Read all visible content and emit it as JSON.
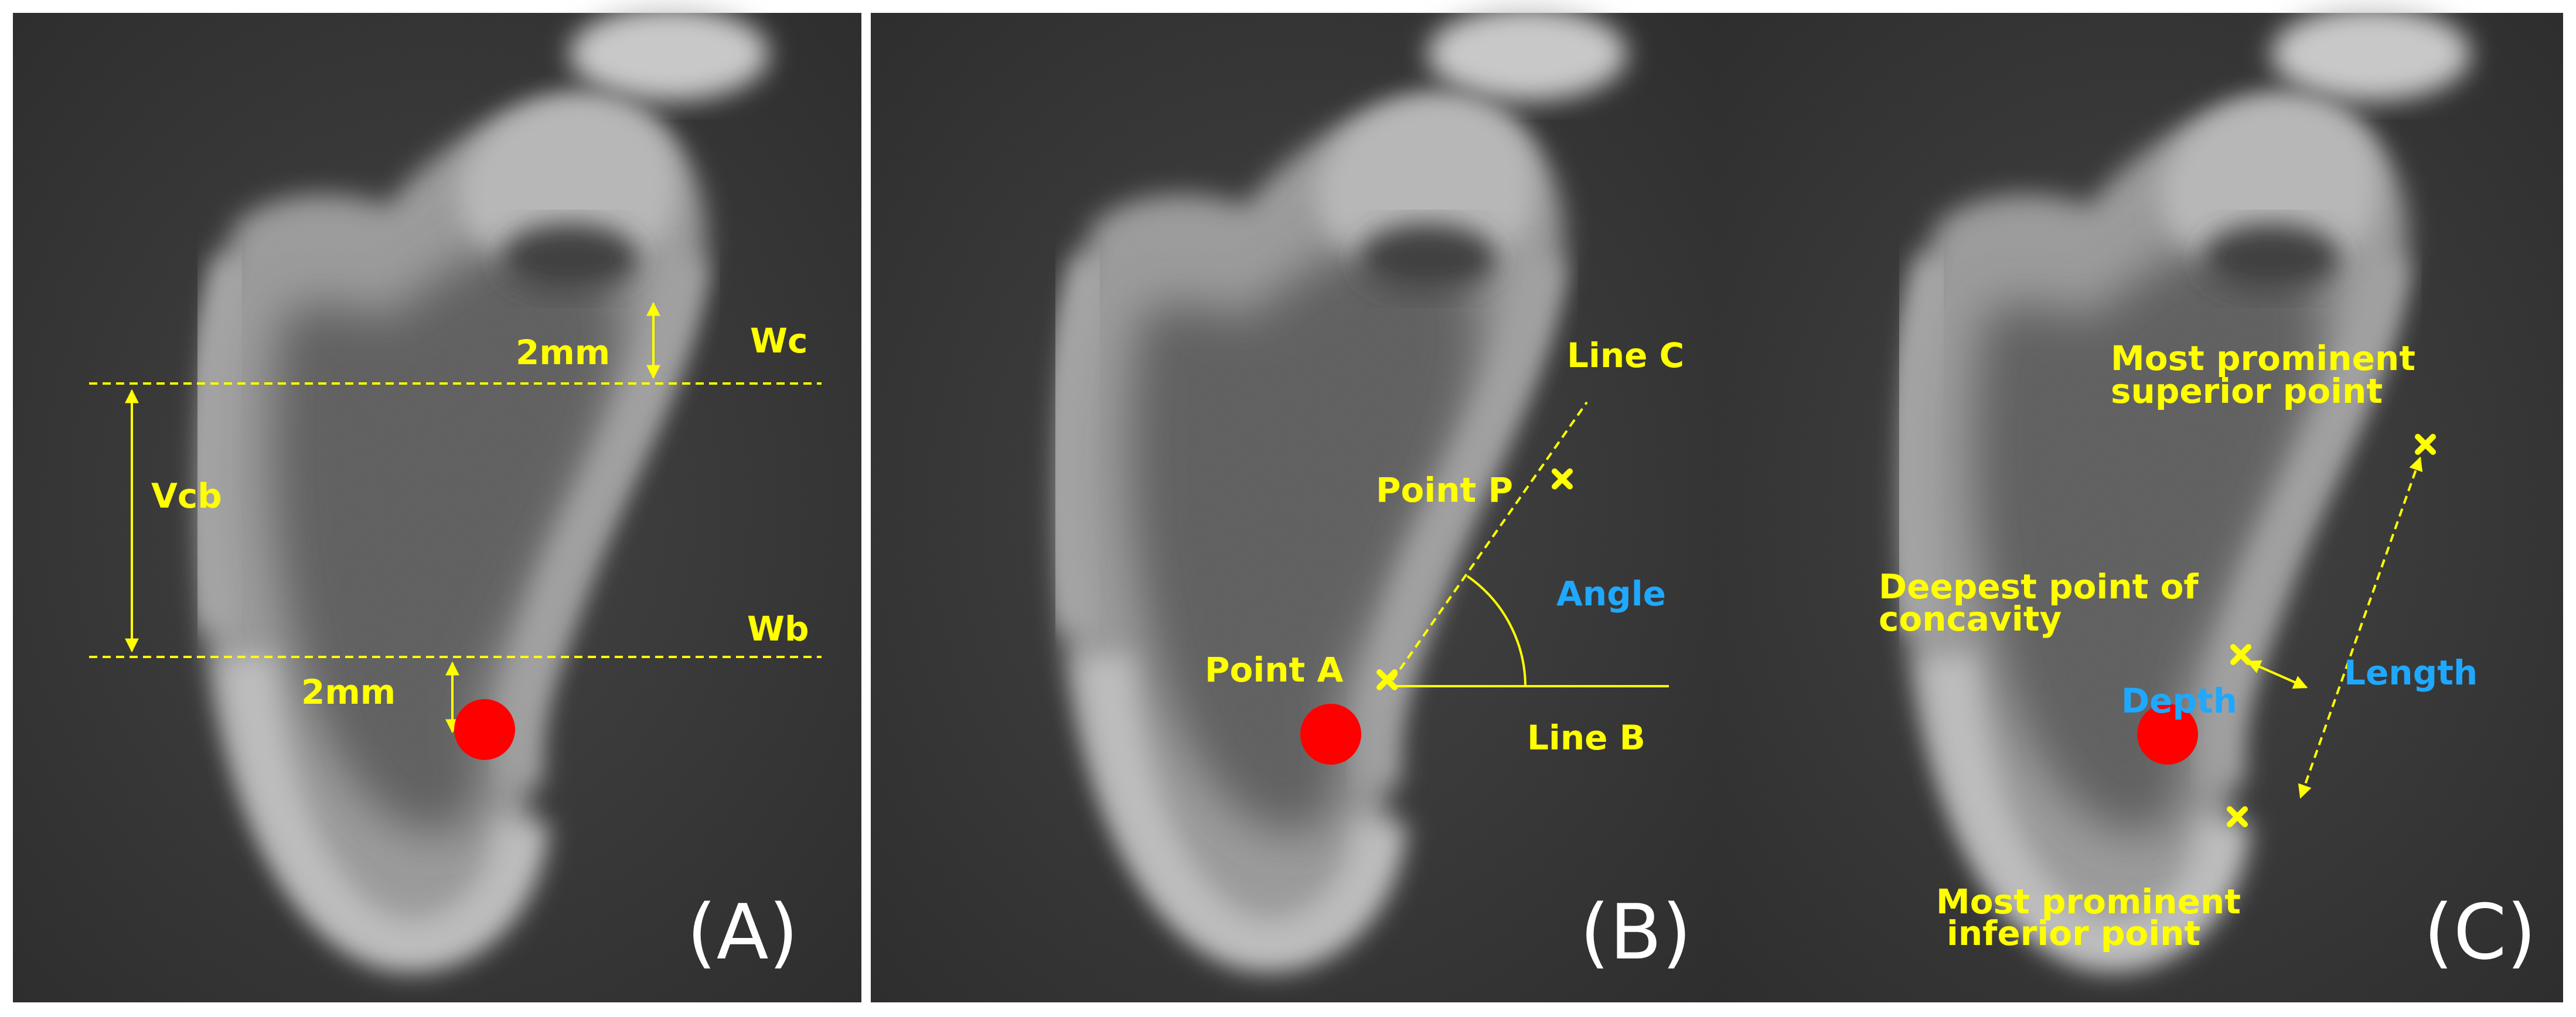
{
  "colors": {
    "annotation": "#ffff00",
    "annotation_blue": "#1fa8ff",
    "marker": "#ff0000",
    "panel_label": "#ffffff"
  },
  "panel_a": {
    "label": "(A)",
    "wc": "Wc",
    "wb": "Wb",
    "vcb": "Vcb",
    "two_mm_top": "2mm",
    "two_mm_bottom": "2mm"
  },
  "panel_b": {
    "label": "(B)",
    "line_c": "Line C",
    "point_p": "Point P",
    "angle": "Angle",
    "point_a": "Point A",
    "line_b": "Line B"
  },
  "panel_c": {
    "label": "(C)",
    "superior_line1": "Most prominent",
    "superior_line2": "superior point",
    "deepest_line1": "Deepest  point  of",
    "deepest_line2": "concavity",
    "length": "Length",
    "depth": "Depth",
    "inferior_line1": "Most prominent",
    "inferior_line2": "inferior point"
  }
}
